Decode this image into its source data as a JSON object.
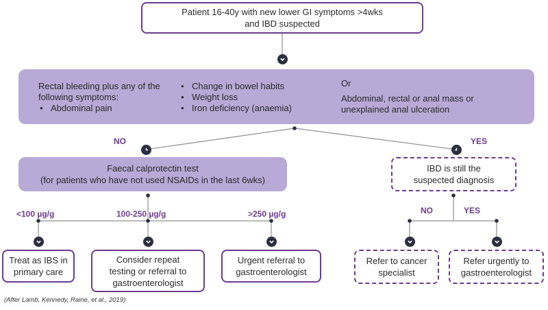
{
  "top": {
    "text": "Patient 16-40y with new lower GI symptoms >4wks\nand IBD suspected"
  },
  "criteria": {
    "col1_intro": "Rectal bleeding plus any of the following symptoms:",
    "col1_items": [
      "Abdominal pain"
    ],
    "col2_items": [
      "Change in bowel habits",
      "Weight loss",
      "Iron deficiency (anaemia)"
    ],
    "or_label": "Or",
    "col3_text": "Abdominal, rectal or anal mass or unexplained anal ulceration"
  },
  "branch": {
    "no": "NO",
    "yes": "YES"
  },
  "fcp": {
    "text": "Faecal calprotectin test\n(for patients who have not used NSAIDs in the last 6wks)"
  },
  "ibd": {
    "text": "IBD is still the\nsuspected diagnosis"
  },
  "thresholds": {
    "low": "<100 µg/g",
    "mid": "100-250 µg/g",
    "high": ">250 µg/g"
  },
  "sub_branch": {
    "no": "NO",
    "yes": "YES"
  },
  "outcomes": {
    "ibs": "Treat as IBS in\nprimary care",
    "repeat": "Consider repeat\ntesting or referral to\ngastroenterologist",
    "urgent": "Urgent referral to\ngastroenterologist",
    "cancer": "Refer to cancer\nspecialist",
    "refer_urgently": "Refer urgently to\ngastroenterologist"
  },
  "citation": "(After Lamb, Kennedy, Raine, et al., 2019)",
  "colors": {
    "purple": "#6b3b8c",
    "lavender": "#b8a9d6",
    "node": "#2b2f3f",
    "line": "#8a8a8a"
  }
}
